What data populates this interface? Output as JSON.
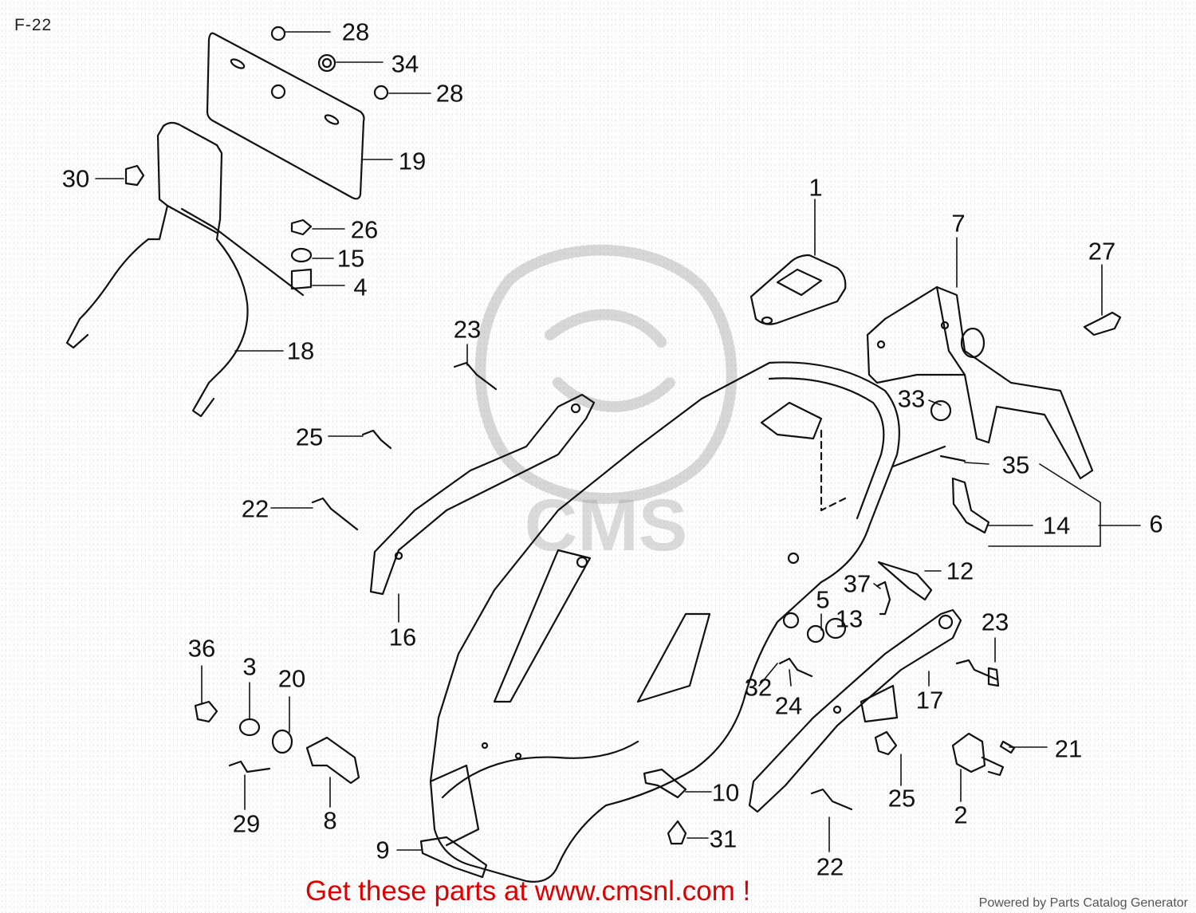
{
  "figure_id": "F-22",
  "promo_text": "Get these parts at www.cmsnl.com !",
  "credit_text": "Powered by Parts Catalog Generator",
  "watermark_text": "CMS",
  "callouts": [
    "28",
    "34",
    "28",
    "19",
    "30",
    "26",
    "15",
    "4",
    "18",
    "1",
    "7",
    "27",
    "23",
    "25",
    "22",
    "33",
    "35",
    "14",
    "6",
    "12",
    "37",
    "5",
    "13",
    "16",
    "36",
    "3",
    "20",
    "23",
    "32",
    "24",
    "17",
    "21",
    "25",
    "10",
    "8",
    "29",
    "2",
    "22",
    "9",
    "31"
  ],
  "colors": {
    "line": "#111111",
    "label": "#111111",
    "promo": "#dd0000",
    "watermark": "#888888"
  }
}
